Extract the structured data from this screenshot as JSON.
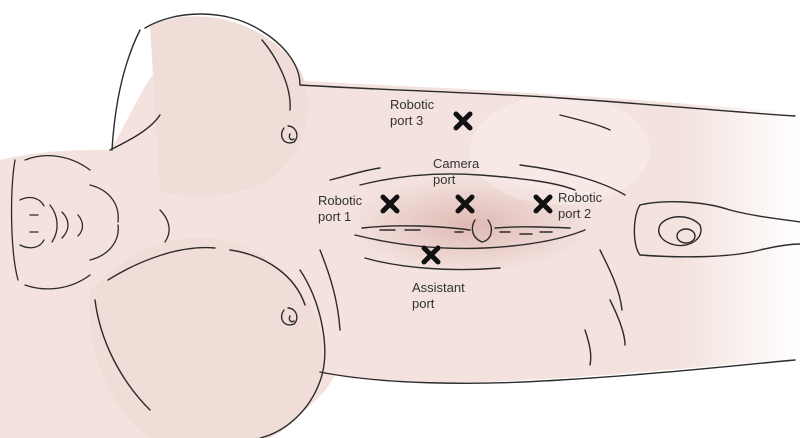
{
  "labels": {
    "robotic_port_3": [
      "Robotic",
      "port 3"
    ],
    "camera_port": [
      "Camera",
      "port"
    ],
    "robotic_port_1": [
      "Robotic",
      "port 1"
    ],
    "robotic_port_2": [
      "Robotic",
      "port 2"
    ],
    "assistant_port": [
      "Assistant",
      "port"
    ]
  },
  "colors": {
    "skin": "#f3e2de",
    "skin_shadow": "#e6c6c1",
    "outline": "#2b2b2b",
    "marker": "#111111",
    "label_text": "#333333",
    "background": "#ffffff"
  },
  "markers": [
    "port-x-marker",
    "port-x-marker",
    "port-x-marker",
    "port-x-marker",
    "port-x-marker"
  ]
}
